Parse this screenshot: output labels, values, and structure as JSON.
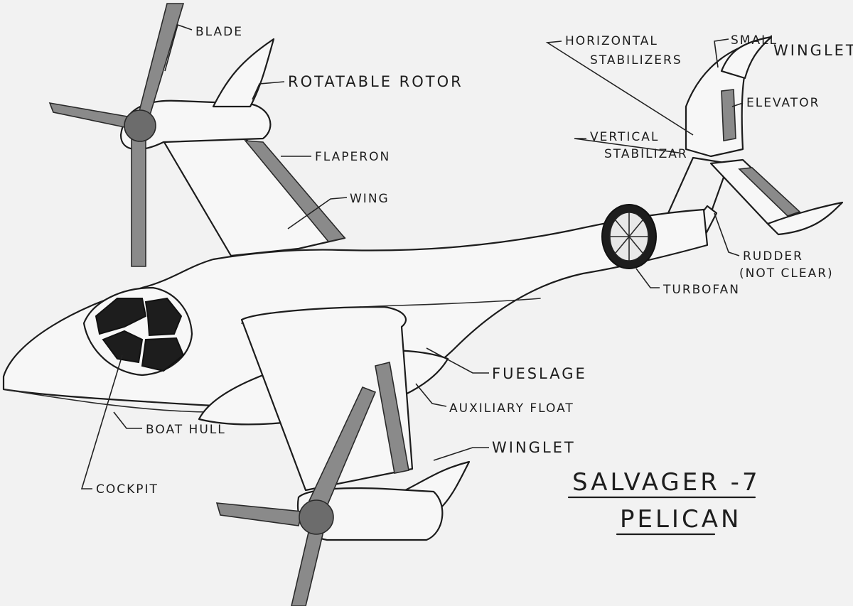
{
  "labels": {
    "blade": "BLADE",
    "rotatable_rotor": "ROTATABLE ROTOR",
    "flaperon": "FLAPERON",
    "wing": "WING",
    "horizontal_stabilizers_1": "HORIZONTAL",
    "horizontal_stabilizers_2": "STABILIZERS",
    "small_winglet_1": "SMALL",
    "small_winglet_2": "WINGLET",
    "elevator": "ELEVATOR",
    "vertical_stabilizer_1": "VERTICAL",
    "vertical_stabilizer_2": "STABILIZAR",
    "rudder_1": "RUDDER",
    "rudder_2": "(NOT CLEAR)",
    "turbofan": "TURBOFAN",
    "fueslage": "FUESLAGE",
    "auxiliary_float": "AUXILIARY FLOAT",
    "boat_hull": "BOAT HULL",
    "winglet": "WINGLET",
    "cockpit": "COCKPIT"
  },
  "title": {
    "line1": "SALVAGER -7",
    "line2": "PELICAN"
  },
  "colors": {
    "paper": "#f2f2f2",
    "ink": "#1c1c1c",
    "shading": "#8a8a8a"
  }
}
